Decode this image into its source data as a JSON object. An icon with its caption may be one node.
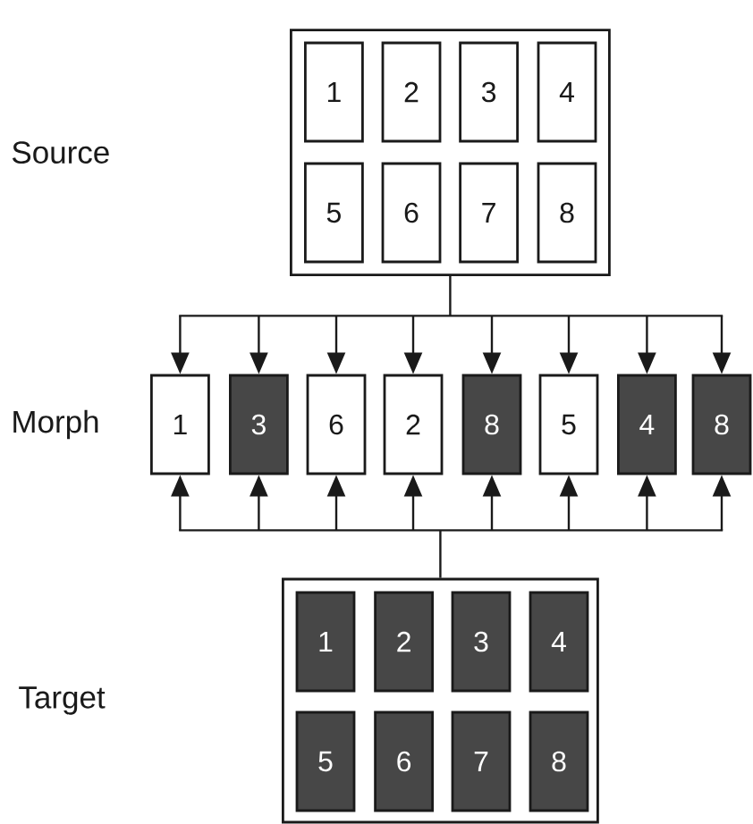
{
  "diagram": {
    "nodes": [
      {
        "text": [],
        "shape": "box"
      },
      {
        "text": [
          "1"
        ],
        "in": 0
      },
      {
        "text": [
          "2"
        ],
        "in": 0
      },
      {
        "text": [
          "3"
        ],
        "in": 0
      },
      {
        "text": [
          "4"
        ],
        "in": 0
      },
      {
        "text": [
          "5"
        ],
        "in": 0
      },
      {
        "text": [
          "6"
        ],
        "in": 0
      },
      {
        "text": [
          "7"
        ],
        "in": 0
      },
      {
        "text": [
          "8"
        ],
        "in": 0
      },
      {
        "text": [
          "1"
        ]
      },
      {
        "text": [
          "3"
        ]
      },
      {
        "text": [
          "6"
        ]
      },
      {
        "text": [
          "2"
        ]
      },
      {
        "text": [
          "8"
        ]
      },
      {
        "text": [
          "5"
        ]
      },
      {
        "text": [
          "4"
        ]
      },
      {
        "text": [
          "8"
        ]
      },
      {
        "text": [],
        "shape": "box"
      },
      {
        "text": [
          "1"
        ],
        "in": 17
      },
      {
        "text": [
          "2"
        ],
        "in": 17
      },
      {
        "text": [
          "3"
        ],
        "in": 17
      },
      {
        "text": [
          "4"
        ],
        "in": 17
      },
      {
        "text": [
          "5"
        ],
        "in": 17
      },
      {
        "text": [
          "6"
        ],
        "in": 17
      },
      {
        "text": [
          "7"
        ],
        "in": 17
      },
      {
        "text": [
          "8"
        ],
        "in": 17
      }
    ],
    "edges": [
      {
        "from": 0,
        "to": 9,
        "arrow": "to"
      },
      {
        "from": 0,
        "to": 10,
        "arrow": "to"
      },
      {
        "from": 0,
        "to": 11,
        "arrow": "to"
      },
      {
        "from": 0,
        "to": 12,
        "arrow": "to"
      },
      {
        "from": 0,
        "to": 13,
        "arrow": "to"
      },
      {
        "from": 0,
        "to": 14,
        "arrow": "to"
      },
      {
        "from": 0,
        "to": 15,
        "arrow": "to"
      },
      {
        "from": 0,
        "to": 16,
        "arrow": "to"
      },
      {
        "from": 17,
        "to": 9,
        "arrow": "to"
      },
      {
        "from": 17,
        "to": 10,
        "arrow": "to"
      },
      {
        "from": 17,
        "to": 11,
        "arrow": "to"
      },
      {
        "from": 17,
        "to": 12,
        "arrow": "to"
      },
      {
        "from": 17,
        "to": 13,
        "arrow": "to"
      },
      {
        "from": 17,
        "to": 14,
        "arrow": "to"
      },
      {
        "from": 17,
        "to": 15,
        "arrow": "to"
      },
      {
        "from": 17,
        "to": 16,
        "arrow": "to"
      }
    ],
    "labels": [
      "Source",
      "Morph",
      "Target"
    ]
  }
}
